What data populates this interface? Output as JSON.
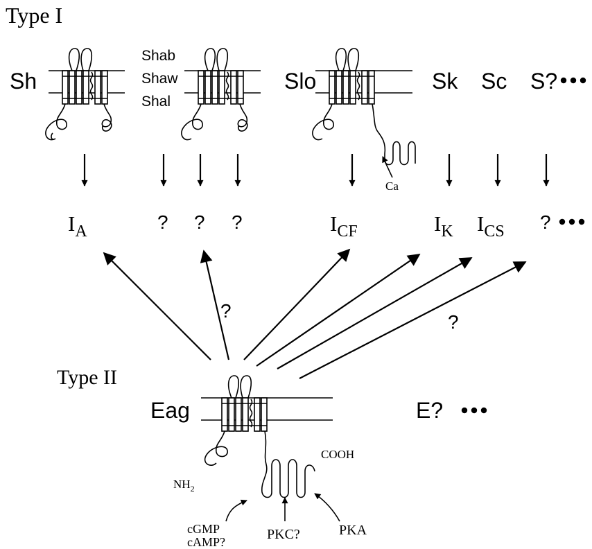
{
  "type_labels": {
    "type1": "Type I",
    "type2": "Type II"
  },
  "channels": {
    "sh": "Sh",
    "shab": "Shab",
    "shaw": "Shaw",
    "shal": "Shal",
    "slo": "Slo",
    "sk": "Sk",
    "sc": "Sc",
    "s_unknown": "S?",
    "eag": "Eag",
    "e_unknown": "E?"
  },
  "currents": {
    "i_a_main": "I",
    "i_a_sub": "A",
    "q1": "?",
    "q2": "?",
    "q3": "?",
    "i_cf_main": "I",
    "i_cf_sub": "CF",
    "i_k_main": "I",
    "i_k_sub": "K",
    "i_cs_main": "I",
    "i_cs_sub": "CS",
    "i_unknown": "?"
  },
  "arrow_question_marks": {
    "left": "?",
    "right": "?"
  },
  "labels": {
    "ca": "Ca",
    "nh2": "NH",
    "nh2_sub": "2",
    "cooh": "COOH",
    "cgmp": "cGMP",
    "camp": "cAMP?",
    "pkc": "PKC?",
    "pka": "PKA"
  },
  "colors": {
    "ink": "#000000",
    "background": "#ffffff"
  }
}
